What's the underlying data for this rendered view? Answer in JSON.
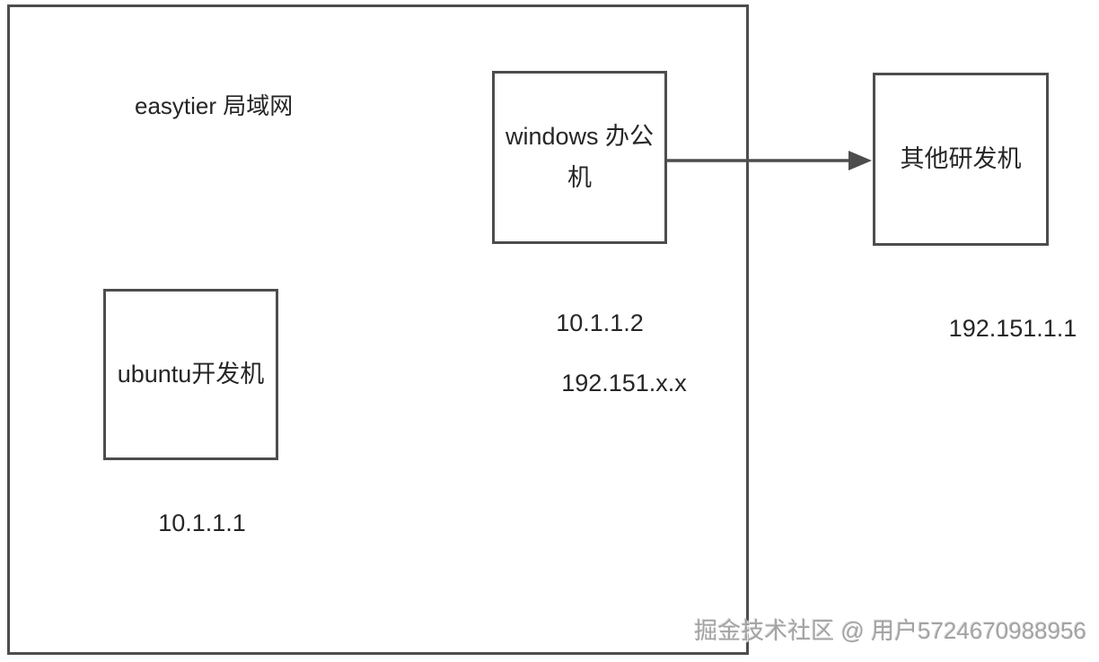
{
  "diagram": {
    "lan": {
      "label": "easytier 局域网"
    },
    "nodes": {
      "ubuntu": {
        "label": "ubuntu开发机",
        "ip": "10.1.1.1"
      },
      "windows": {
        "label": "windows 办公机",
        "ip_overlay": "10.1.1.2",
        "ip_lan": "192.151.x.x"
      },
      "other": {
        "label": "其他研发机",
        "ip": "192.151.1.1"
      }
    },
    "connections": {
      "windows_to_other": {
        "from": "windows 办公机",
        "to": "其他研发机",
        "style": "arrow-right"
      }
    }
  },
  "watermark": {
    "text": "掘金技术社区 @ 用户5724670988956"
  },
  "colors": {
    "line": "#4d4d4d",
    "text": "#262626",
    "watermark": "#a3a3a3",
    "bg": "#ffffff"
  }
}
